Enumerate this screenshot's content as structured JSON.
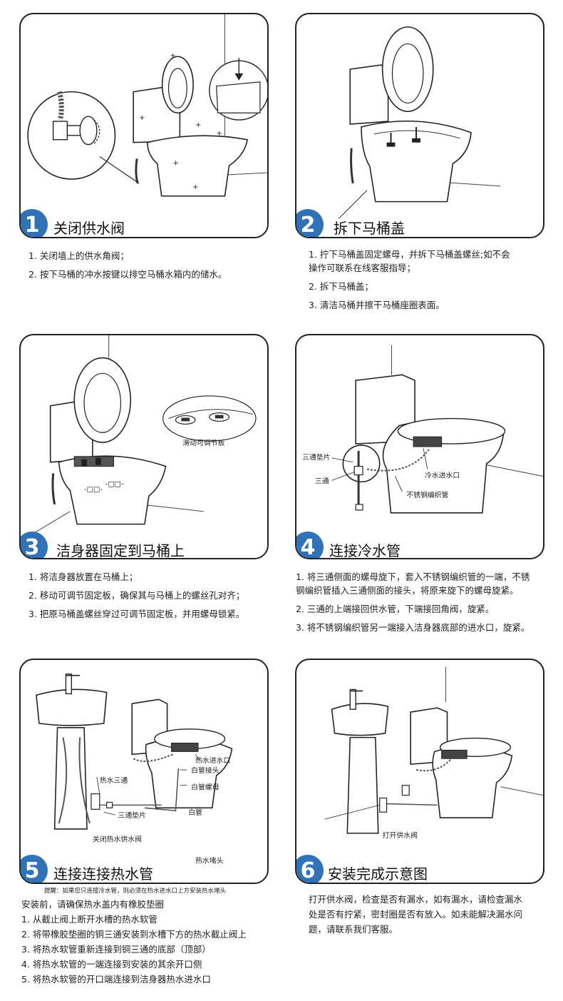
{
  "steps": [
    {
      "number": "1",
      "title": "关闭供水阀",
      "lines": [
        "1. 关闭墙上的供水角阀；",
        "2. 按下马桶的冲水按键以排空马桶水箱内的储水。"
      ]
    },
    {
      "number": "2",
      "title": "拆下马桶盖",
      "lines": [
        "1. 拧下马桶盖固定螺母，并拆下马桶盖螺丝;如不会",
        "操作可联系在线客服指导；",
        "2. 拆下马桶盖；",
        "3. 清洁马桶并擦干马桶座圈表面。"
      ]
    },
    {
      "number": "3",
      "title": "洁身器固定到马桶上",
      "labels": [
        "滑动可调节板"
      ],
      "lines": [
        "1. 将洁身器放置在马桶上；",
        "2. 移动可调节固定板，确保其与马桶上的螺丝孔对齐；",
        "3. 把原马桶盖螺丝穿过可调节固定板，并用螺母锁紧。"
      ]
    },
    {
      "number": "4",
      "title": "连接冷水管",
      "labels": [
        "三通垫片",
        "三通",
        "冷水进水口",
        "不锈钢编织管"
      ],
      "lines": [
        "1. 将三通侧面的螺母旋下，套入不锈钢编织管的一端，不锈",
        "钢编织管插入三通侧面的接头，将原来旋下的螺母旋紧。",
        "2. 三通的上端接回供水管，下端接回角阀，旋紧。",
        "3. 将不锈钢编织管另一端接入洁身器底部的进水口，旋紧。"
      ]
    },
    {
      "number": "5",
      "title": "连接连接热水管",
      "labels": [
        "热水进水口",
        "白管接头",
        "白管螺母",
        "热水三通",
        "三通垫片",
        "白管",
        "关闭热水供水阀",
        "热水堵头"
      ],
      "note": "提醒：如果您只连接冷水管，则必须在热水进水口上方安装热水堵头",
      "lines": [
        "安装前，请确保热水盖内有橡胶垫圈",
        "1. 从截止阀上断开水槽的热水软管",
        "2. 将带橡胶垫圈的铜三通安装到水槽下方的热水截止阀上",
        "3. 将热水软管重新连接到铜三通的底部（顶部）",
        "4. 将热水软管的一端连接到安装的其余开口侧",
        "5. 将热水软管的开口端连接到洁身器热水进水口"
      ]
    },
    {
      "number": "6",
      "title": "安装完成示意图",
      "labels": [
        "打开供水阀"
      ],
      "lines": [
        "打开供水阀，检查是否有漏水，如有漏水，请检查漏水",
        "处是否有拧紧，密封圈是否有放入。如未能解决漏水问",
        "题，请联系我们客服。"
      ]
    }
  ],
  "colors": {
    "accent": "#2f72b8",
    "border": "#222222",
    "text": "#1a1a1a"
  }
}
